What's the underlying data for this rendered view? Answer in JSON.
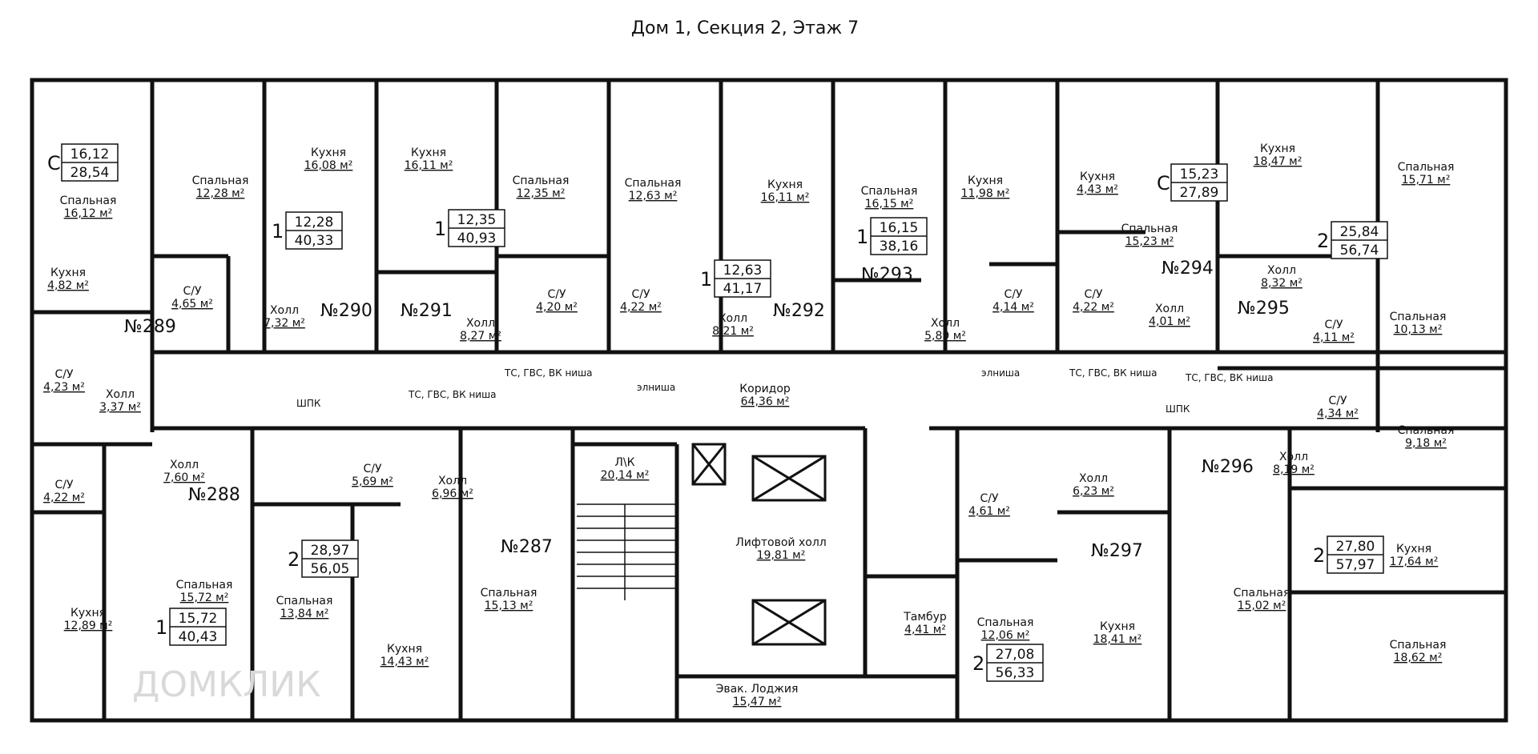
{
  "title": "Дом 1, Секция 2, Этаж 7",
  "unit": "м²",
  "watermark": "ДОМКЛИК",
  "apartments": [
    {
      "id": "289",
      "label": "№289"
    },
    {
      "id": "290",
      "label": "№290"
    },
    {
      "id": "291",
      "label": "№291"
    },
    {
      "id": "292",
      "label": "№292"
    },
    {
      "id": "293",
      "label": "№293"
    },
    {
      "id": "294",
      "label": "№294"
    },
    {
      "id": "295",
      "label": "№295"
    },
    {
      "id": "296",
      "label": "№296"
    },
    {
      "id": "297",
      "label": "№297"
    },
    {
      "id": "287",
      "label": "№287"
    },
    {
      "id": "288",
      "label": "№288"
    }
  ],
  "summaries": [
    {
      "rooms": "С",
      "living": "16,12",
      "total": "28,54"
    },
    {
      "rooms": "1",
      "living": "12,28",
      "total": "40,33"
    },
    {
      "rooms": "1",
      "living": "12,35",
      "total": "40,93"
    },
    {
      "rooms": "1",
      "living": "12,63",
      "total": "41,17"
    },
    {
      "rooms": "1",
      "living": "16,15",
      "total": "38,16"
    },
    {
      "rooms": "С",
      "living": "15,23",
      "total": "27,89"
    },
    {
      "rooms": "2",
      "living": "25,84",
      "total": "56,74"
    },
    {
      "rooms": "2",
      "living": "27,80",
      "total": "57,97"
    },
    {
      "rooms": "2",
      "living": "27,08",
      "total": "56,33"
    },
    {
      "rooms": "2",
      "living": "28,97",
      "total": "56,05"
    },
    {
      "rooms": "1",
      "living": "15,72",
      "total": "40,43"
    }
  ],
  "rooms": [
    {
      "name": "Спальная",
      "area": "16,12 м²"
    },
    {
      "name": "Кухня",
      "area": "4,82 м²"
    },
    {
      "name": "С/У",
      "area": "4,23 м²"
    },
    {
      "name": "Холл",
      "area": "3,37 м²"
    },
    {
      "name": "Спальная",
      "area": "12,28 м²"
    },
    {
      "name": "Кухня",
      "area": "16,08 м²"
    },
    {
      "name": "С/У",
      "area": "4,65 м²"
    },
    {
      "name": "Холл",
      "area": "7,32 м²"
    },
    {
      "name": "Кухня",
      "area": "16,11 м²"
    },
    {
      "name": "Холл",
      "area": "8,27 м²"
    },
    {
      "name": "Спальная",
      "area": "12,35 м²"
    },
    {
      "name": "С/У",
      "area": "4,20 м²"
    },
    {
      "name": "Спальная",
      "area": "12,63 м²"
    },
    {
      "name": "С/У",
      "area": "4,22 м²"
    },
    {
      "name": "Холл",
      "area": "8,21 м²"
    },
    {
      "name": "Кухня",
      "area": "16,11 м²"
    },
    {
      "name": "Спальная",
      "area": "16,15 м²"
    },
    {
      "name": "Кухня",
      "area": "11,98 м²"
    },
    {
      "name": "Холл",
      "area": "5,89 м²"
    },
    {
      "name": "С/У",
      "area": "4,14 м²"
    },
    {
      "name": "Кухня",
      "area": "4,43 м²"
    },
    {
      "name": "Спальная",
      "area": "15,23 м²"
    },
    {
      "name": "С/У",
      "area": "4,22 м²"
    },
    {
      "name": "Холл",
      "area": "4,01 м²"
    },
    {
      "name": "Кухня",
      "area": "18,47 м²"
    },
    {
      "name": "Спальная",
      "area": "15,71 м²"
    },
    {
      "name": "Холл",
      "area": "8,32 м²"
    },
    {
      "name": "С/У",
      "area": "4,11 м²"
    },
    {
      "name": "Спальная",
      "area": "10,13 м²"
    },
    {
      "name": "С/У",
      "area": "4,34 м²"
    },
    {
      "name": "Спальная",
      "area": "9,18 м²"
    },
    {
      "name": "Холл",
      "area": "8,19 м²"
    },
    {
      "name": "Кухня",
      "area": "17,64 м²"
    },
    {
      "name": "Спальная",
      "area": "18,62 м²"
    },
    {
      "name": "Коридор",
      "area": "64,36 м²"
    },
    {
      "name": "Холл",
      "area": "7,60 м²"
    },
    {
      "name": "С/У",
      "area": "4,22 м²"
    },
    {
      "name": "Кухня",
      "area": "12,89 м²"
    },
    {
      "name": "Спальная",
      "area": "15,72 м²"
    },
    {
      "name": "С/У",
      "area": "5,69 м²"
    },
    {
      "name": "Холл",
      "area": "6,96 м²"
    },
    {
      "name": "Спальная",
      "area": "13,84 м²"
    },
    {
      "name": "Кухня",
      "area": "14,43 м²"
    },
    {
      "name": "Спальная",
      "area": "15,13 м²"
    },
    {
      "name": "Л\\К",
      "area": "20,14 м²"
    },
    {
      "name": "Лифтовой холл",
      "area": "19,81 м²"
    },
    {
      "name": "Тамбур",
      "area": "4,41 м²"
    },
    {
      "name": "Эвак. Лоджия",
      "area": "15,47 м²"
    },
    {
      "name": "С/У",
      "area": "4,61 м²"
    },
    {
      "name": "Холл",
      "area": "6,23 м²"
    },
    {
      "name": "Спальная",
      "area": "12,06 м²"
    },
    {
      "name": "Кухня",
      "area": "18,41 м²"
    },
    {
      "name": "Спальная",
      "area": "15,02 м²"
    }
  ],
  "annotations": [
    {
      "text": "ТС, ГВС, ВК ниша"
    },
    {
      "text": "элниша"
    },
    {
      "text": "элниша"
    },
    {
      "text": "ТС, ГВС, ВК ниша"
    },
    {
      "text": "ТС, ГВС, ВК ниша"
    },
    {
      "text": "ШПК"
    },
    {
      "text": "ТС, ГВС, ВК ниша"
    },
    {
      "text": "ШПК"
    }
  ]
}
